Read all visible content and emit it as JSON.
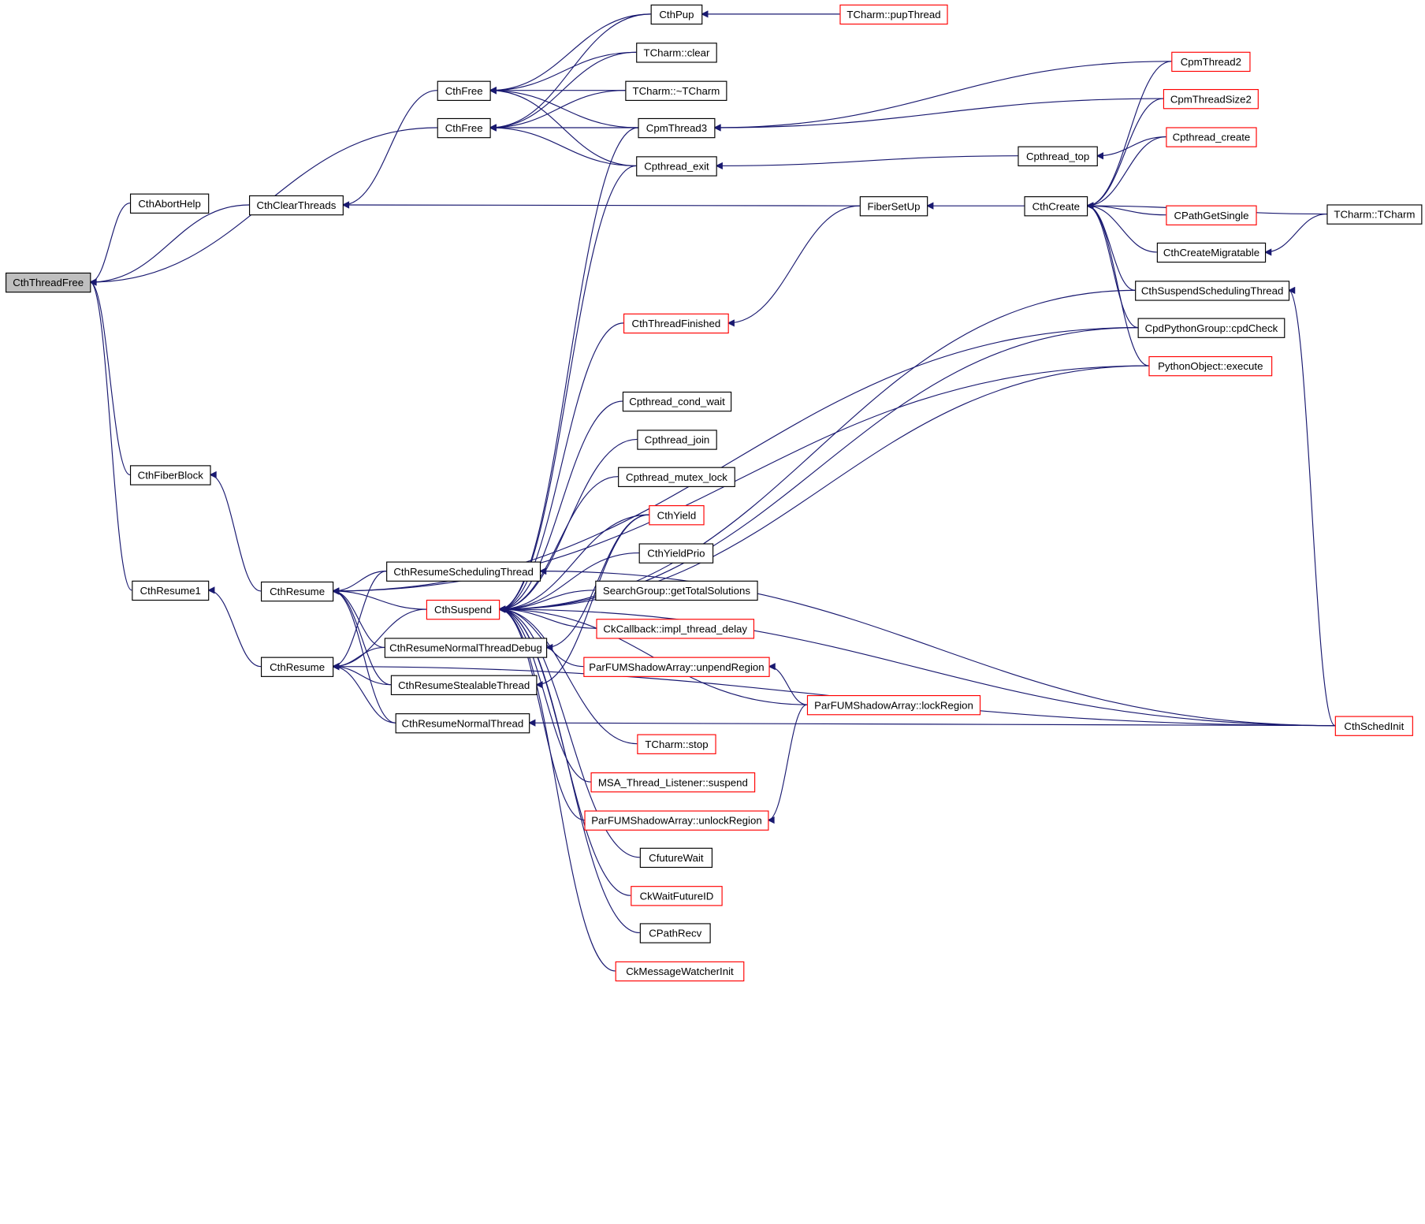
{
  "diagram": {
    "type": "call-graph",
    "title": "CthThreadFree caller graph",
    "colors": {
      "edge": "#191970",
      "node_border": "#000000",
      "node_border_unlinked": "#ff0000",
      "node_fill": "#ffffff",
      "root_fill": "#bfbfbf"
    },
    "nodes": [
      {
        "id": "CthThreadFree",
        "label": "CthThreadFree",
        "root": true,
        "red": false
      },
      {
        "id": "CthAbortHelp",
        "label": "CthAbortHelp",
        "red": false
      },
      {
        "id": "CthClearThreads",
        "label": "CthClearThreads",
        "red": false
      },
      {
        "id": "CthFiberBlock",
        "label": "CthFiberBlock",
        "red": false
      },
      {
        "id": "CthResume1",
        "label": "CthResume1",
        "red": false
      },
      {
        "id": "CthResumeA",
        "label": "CthResume",
        "red": false
      },
      {
        "id": "CthResumeB",
        "label": "CthResume",
        "red": false
      },
      {
        "id": "CthFree1",
        "label": "CthFree",
        "red": false
      },
      {
        "id": "CthFree2",
        "label": "CthFree",
        "red": false
      },
      {
        "id": "CthResumeSchedulingThread",
        "label": "CthResumeSchedulingThread",
        "red": false
      },
      {
        "id": "CthSuspend",
        "label": "CthSuspend",
        "red": true
      },
      {
        "id": "CthResumeNormalThreadDebug",
        "label": "CthResumeNormalThreadDebug",
        "red": false
      },
      {
        "id": "CthResumeStealableThread",
        "label": "CthResumeStealableThread",
        "red": false
      },
      {
        "id": "CthResumeNormalThread",
        "label": "CthResumeNormalThread",
        "red": false
      },
      {
        "id": "CthPup",
        "label": "CthPup",
        "red": false
      },
      {
        "id": "TCharmClear",
        "label": "TCharm::clear",
        "red": false
      },
      {
        "id": "TCharmDtor",
        "label": "TCharm::~TCharm",
        "red": false
      },
      {
        "id": "CpmThread3",
        "label": "CpmThread3",
        "red": false
      },
      {
        "id": "CpthreadExit",
        "label": "Cpthread_exit",
        "red": false
      },
      {
        "id": "CthThreadFinished",
        "label": "CthThreadFinished",
        "red": true
      },
      {
        "id": "CpthreadCondWait",
        "label": "Cpthread_cond_wait",
        "red": false
      },
      {
        "id": "CpthreadJoin",
        "label": "Cpthread_join",
        "red": false
      },
      {
        "id": "CpthreadMutexLock",
        "label": "Cpthread_mutex_lock",
        "red": false
      },
      {
        "id": "CthYield",
        "label": "CthYield",
        "red": true
      },
      {
        "id": "CthYieldPrio",
        "label": "CthYieldPrio",
        "red": false
      },
      {
        "id": "SearchGroupGTS",
        "label": "SearchGroup::getTotalSolutions",
        "red": false
      },
      {
        "id": "CkCallbackITD",
        "label": "CkCallback::impl_thread_delay",
        "red": true
      },
      {
        "id": "ParFUMUnpend",
        "label": "ParFUMShadowArray::unpendRegion",
        "red": true
      },
      {
        "id": "TCharmStop",
        "label": "TCharm::stop",
        "red": true
      },
      {
        "id": "MSASuspend",
        "label": "MSA_Thread_Listener::suspend",
        "red": true
      },
      {
        "id": "ParFUMUnlock",
        "label": "ParFUMShadowArray::unlockRegion",
        "red": true
      },
      {
        "id": "CfutureWait",
        "label": "CfutureWait",
        "red": false
      },
      {
        "id": "CkWaitFutureID",
        "label": "CkWaitFutureID",
        "red": true
      },
      {
        "id": "CPathRecv",
        "label": "CPathRecv",
        "red": false
      },
      {
        "id": "CkMessageWatcherInit",
        "label": "CkMessageWatcherInit",
        "red": true
      },
      {
        "id": "FiberSetUp",
        "label": "FiberSetUp",
        "red": false
      },
      {
        "id": "ParFUMLock",
        "label": "ParFUMShadowArray::lockRegion",
        "red": true
      },
      {
        "id": "TCharmPupThread",
        "label": "TCharm::pupThread",
        "red": true
      },
      {
        "id": "CpthreadTop",
        "label": "Cpthread_top",
        "red": false
      },
      {
        "id": "CthCreate",
        "label": "CthCreate",
        "red": false
      },
      {
        "id": "CpmThread2",
        "label": "CpmThread2",
        "red": true
      },
      {
        "id": "CpmThreadSize2",
        "label": "CpmThreadSize2",
        "red": true
      },
      {
        "id": "CpthreadCreate",
        "label": "Cpthread_create",
        "red": true
      },
      {
        "id": "CPathGetSingle",
        "label": "CPathGetSingle",
        "red": true
      },
      {
        "id": "CthCreateMigratable",
        "label": "CthCreateMigratable",
        "red": false
      },
      {
        "id": "CthSuspendSchedulingThread",
        "label": "CthSuspendSchedulingThread",
        "red": false
      },
      {
        "id": "CpdPythonGroupCpdCheck",
        "label": "CpdPythonGroup::cpdCheck",
        "red": false
      },
      {
        "id": "PythonObjectExecute",
        "label": "PythonObject::execute",
        "red": true
      },
      {
        "id": "TCharmCtor",
        "label": "TCharm::TCharm",
        "red": false
      },
      {
        "id": "CthSchedInit",
        "label": "CthSchedInit",
        "red": true
      }
    ],
    "edges": [
      [
        "CthAbortHelp",
        "CthThreadFree"
      ],
      [
        "CthClearThreads",
        "CthThreadFree"
      ],
      [
        "CthFree2",
        "CthThreadFree"
      ],
      [
        "CthFiberBlock",
        "CthThreadFree"
      ],
      [
        "CthResume1",
        "CthThreadFree"
      ],
      [
        "CthFree1",
        "CthClearThreads"
      ],
      [
        "FiberSetUp",
        "CthClearThreads"
      ],
      [
        "CthResumeA",
        "CthFiberBlock"
      ],
      [
        "CthResumeB",
        "CthResume1"
      ],
      [
        "CthPup",
        "CthFree1"
      ],
      [
        "TCharmClear",
        "CthFree1"
      ],
      [
        "TCharmDtor",
        "CthFree1"
      ],
      [
        "CpmThread3",
        "CthFree1"
      ],
      [
        "CpthreadExit",
        "CthFree1"
      ],
      [
        "CthPup",
        "CthFree2"
      ],
      [
        "TCharmClear",
        "CthFree2"
      ],
      [
        "TCharmDtor",
        "CthFree2"
      ],
      [
        "CpmThread3",
        "CthFree2"
      ],
      [
        "CpthreadExit",
        "CthFree2"
      ],
      [
        "TCharmPupThread",
        "CthPup"
      ],
      [
        "CpmThread2",
        "CpmThread3"
      ],
      [
        "CpmThreadSize2",
        "CpmThread3"
      ],
      [
        "CpthreadTop",
        "CpthreadExit"
      ],
      [
        "CpthreadCreate",
        "CpthreadTop"
      ],
      [
        "CthCreate",
        "FiberSetUp"
      ],
      [
        "FiberSetUp",
        "CthThreadFinished"
      ],
      [
        "CpmThread2",
        "CthCreate"
      ],
      [
        "CpmThreadSize2",
        "CthCreate"
      ],
      [
        "CpthreadCreate",
        "CthCreate"
      ],
      [
        "TCharmCtor",
        "CthCreate"
      ],
      [
        "CPathGetSingle",
        "CthCreate"
      ],
      [
        "CthCreateMigratable",
        "CthCreate"
      ],
      [
        "CthSuspendSchedulingThread",
        "CthCreate"
      ],
      [
        "CpdPythonGroupCpdCheck",
        "CthCreate"
      ],
      [
        "PythonObjectExecute",
        "CthCreate"
      ],
      [
        "TCharmCtor",
        "CthCreateMigratable"
      ],
      [
        "CthSchedInit",
        "CthSuspendSchedulingThread"
      ],
      [
        "CthResumeSchedulingThread",
        "CthResumeA"
      ],
      [
        "CthSuspend",
        "CthResumeA"
      ],
      [
        "CthResumeNormalThreadDebug",
        "CthResumeA"
      ],
      [
        "CthResumeStealableThread",
        "CthResumeA"
      ],
      [
        "CthResumeNormalThread",
        "CthResumeA"
      ],
      [
        "CpdPythonGroupCpdCheck",
        "CthResumeA"
      ],
      [
        "PythonObjectExecute",
        "CthResumeA"
      ],
      [
        "CthResumeSchedulingThread",
        "CthResumeB"
      ],
      [
        "CthSuspend",
        "CthResumeB"
      ],
      [
        "CthResumeNormalThreadDebug",
        "CthResumeB"
      ],
      [
        "CthResumeStealableThread",
        "CthResumeB"
      ],
      [
        "CthResumeNormalThread",
        "CthResumeB"
      ],
      [
        "CthSchedInit",
        "CthResumeB"
      ],
      [
        "CthSchedInit",
        "CthResumeSchedulingThread"
      ],
      [
        "CthThreadFinished",
        "CthSuspend"
      ],
      [
        "CpthreadCondWait",
        "CthSuspend"
      ],
      [
        "CpthreadJoin",
        "CthSuspend"
      ],
      [
        "CpthreadMutexLock",
        "CthSuspend"
      ],
      [
        "CthYield",
        "CthSuspend"
      ],
      [
        "CthYieldPrio",
        "CthSuspend"
      ],
      [
        "SearchGroupGTS",
        "CthSuspend"
      ],
      [
        "CkCallbackITD",
        "CthSuspend"
      ],
      [
        "ParFUMUnpend",
        "CthSuspend"
      ],
      [
        "ParFUMLock",
        "CthSuspend"
      ],
      [
        "TCharmStop",
        "CthSuspend"
      ],
      [
        "MSASuspend",
        "CthSuspend"
      ],
      [
        "ParFUMUnlock",
        "CthSuspend"
      ],
      [
        "CfutureWait",
        "CthSuspend"
      ],
      [
        "CkWaitFutureID",
        "CthSuspend"
      ],
      [
        "CPathRecv",
        "CthSuspend"
      ],
      [
        "CkMessageWatcherInit",
        "CthSuspend"
      ],
      [
        "CpmThread3",
        "CthSuspend"
      ],
      [
        "CpthreadExit",
        "CthSuspend"
      ],
      [
        "CthSuspendSchedulingThread",
        "CthSuspend"
      ],
      [
        "CpdPythonGroupCpdCheck",
        "CthSuspend"
      ],
      [
        "PythonObjectExecute",
        "CthSuspend"
      ],
      [
        "CthSchedInit",
        "CthSuspend"
      ],
      [
        "ParFUMLock",
        "ParFUMUnpend"
      ],
      [
        "ParFUMLock",
        "ParFUMUnlock"
      ],
      [
        "CthYield",
        "CthResumeNormalThreadDebug"
      ],
      [
        "CthYield",
        "CthResumeStealableThread"
      ],
      [
        "CthSchedInit",
        "CthResumeNormalThread"
      ]
    ]
  }
}
